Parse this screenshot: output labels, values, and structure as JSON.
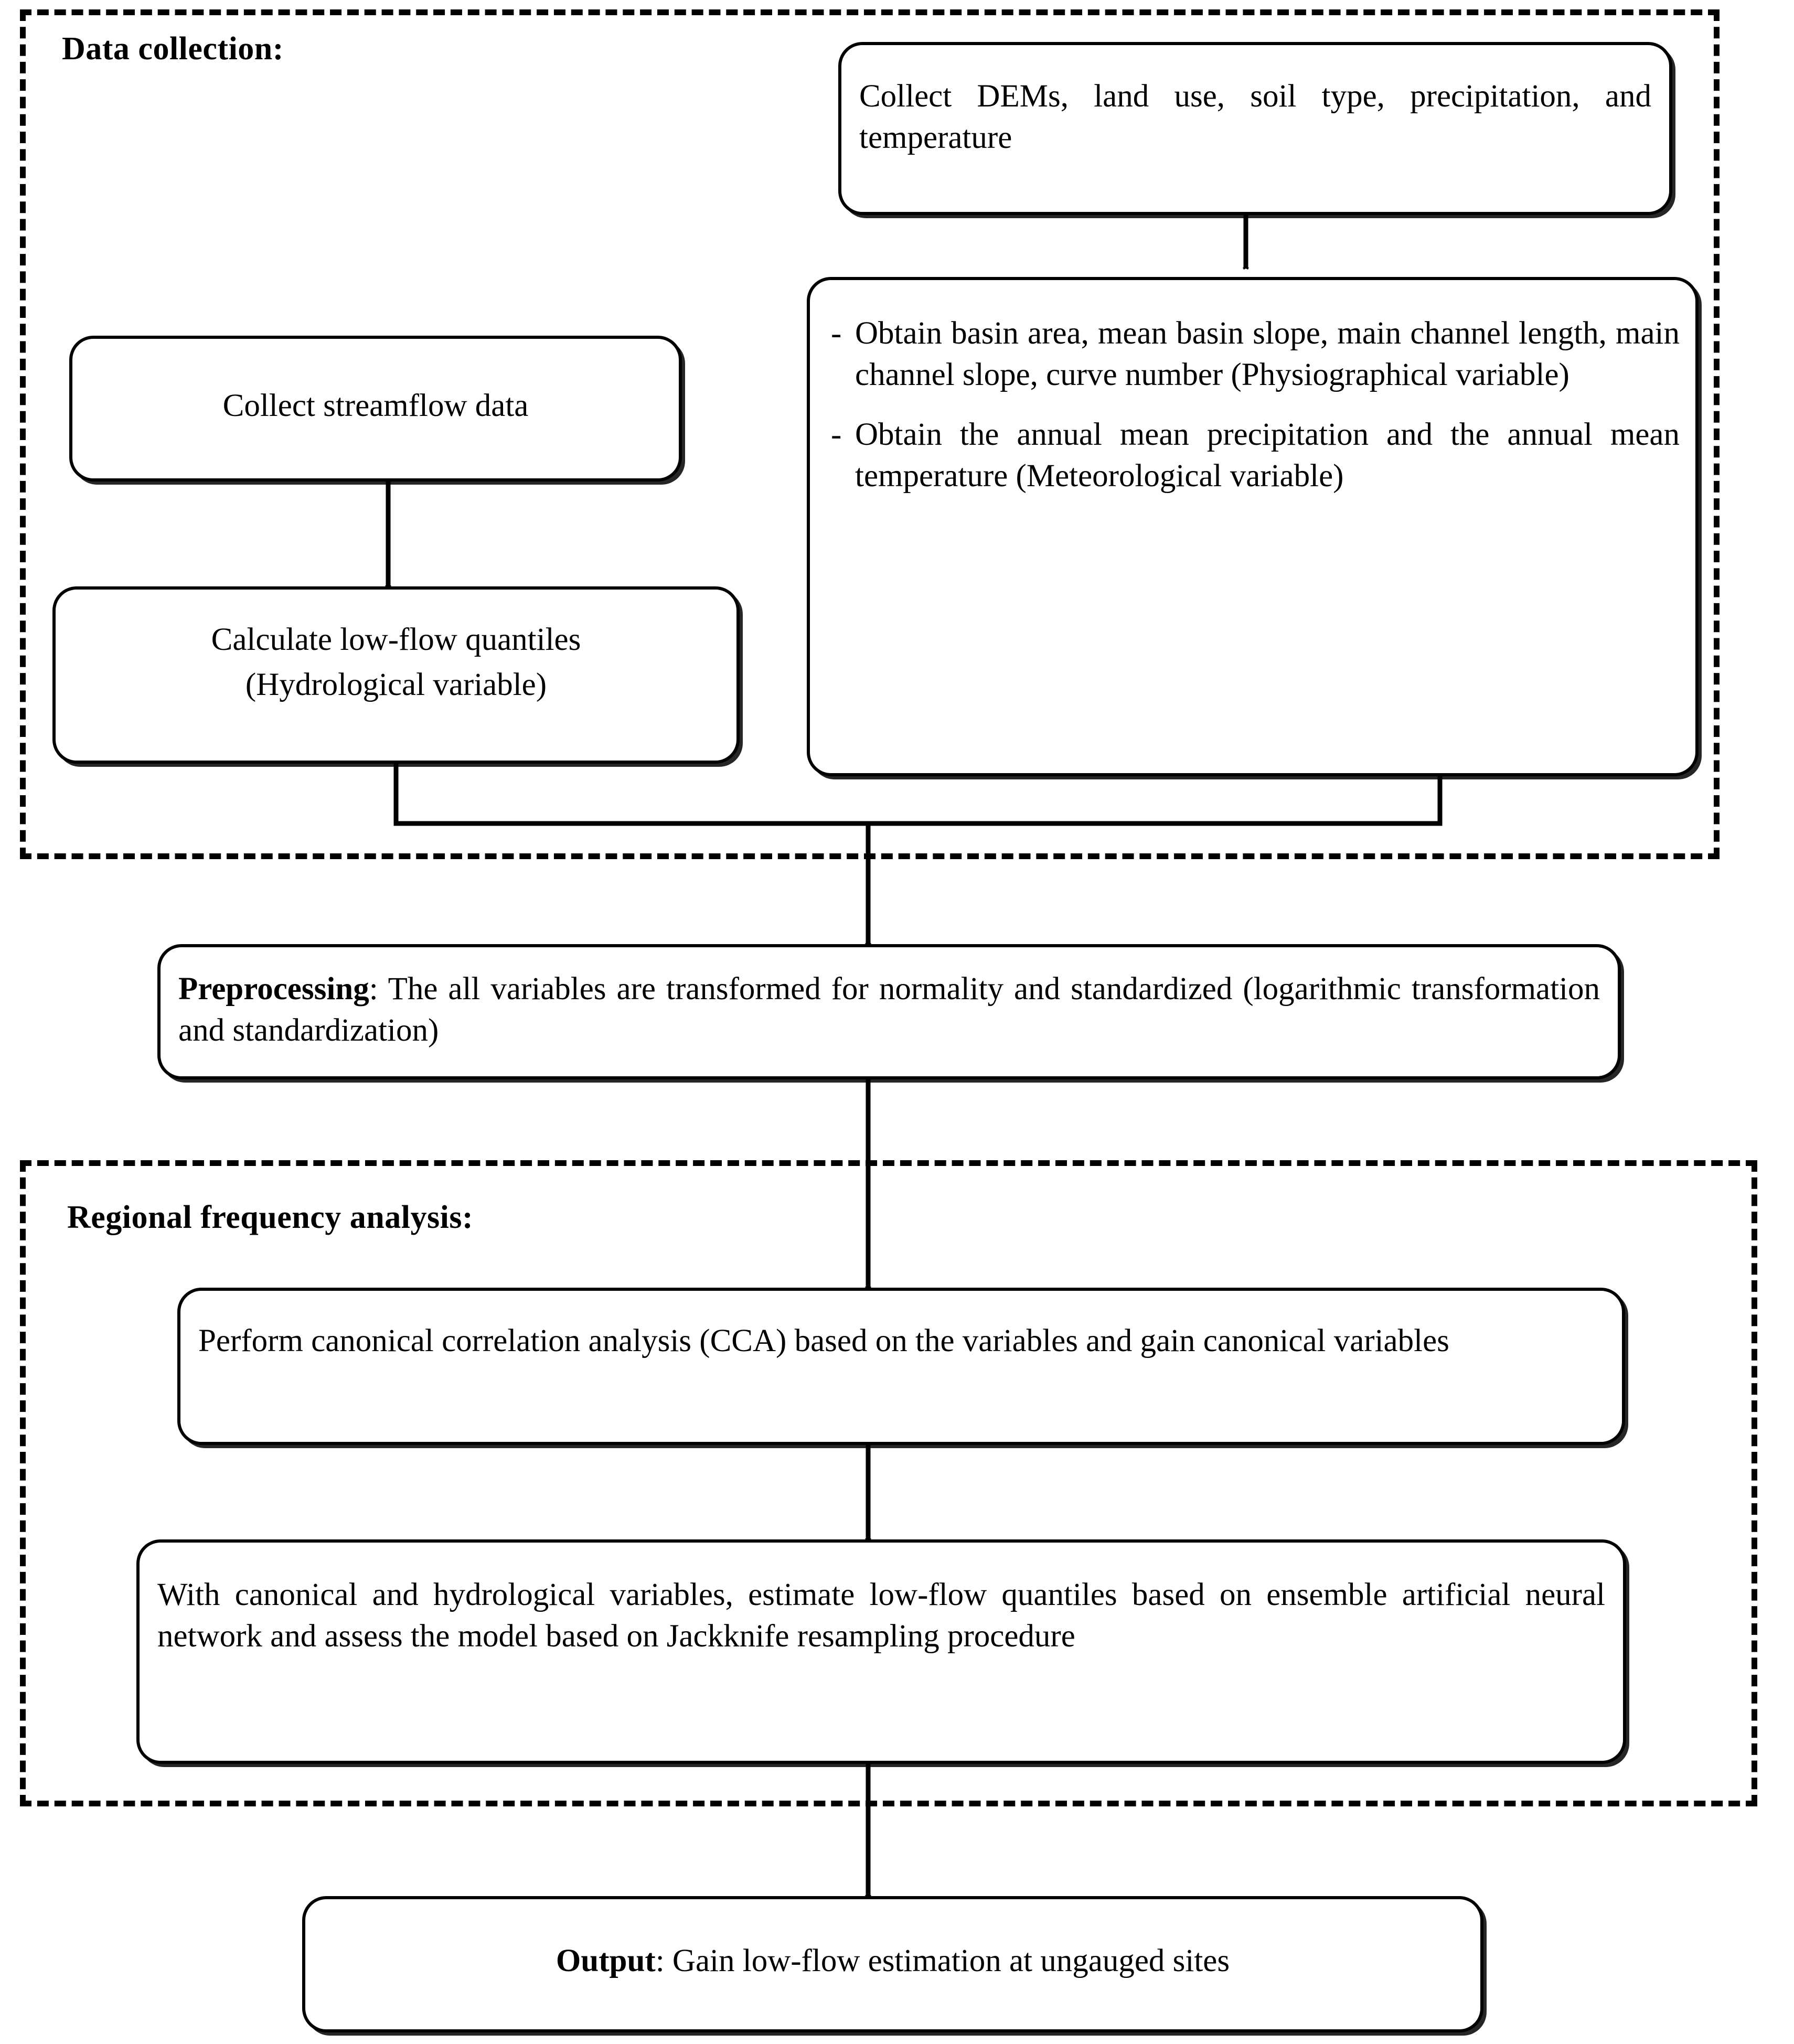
{
  "figure": {
    "type": "flowchart",
    "orientation": "vertical",
    "background": "#ffffff",
    "line_color": "#000000"
  },
  "groups": [
    {
      "id": "data-collection",
      "title": "Data collection:",
      "border_style": "dashed"
    },
    {
      "id": "regional-frequency-analysis",
      "title": "Regional frequency analysis:",
      "border_style": "dashed"
    }
  ],
  "nodes": {
    "collect_inputs": {
      "text": "Collect DEMs, land use, soil type, precipitation, and temperature"
    },
    "obtain_variables": {
      "bullet_marker": "-",
      "bullets": [
        "Obtain basin area, mean basin slope, main channel length, main channel slope, curve number (Physiographical variable)",
        "Obtain the annual mean precipitation and the annual mean temperature (Meteorological variable)"
      ]
    },
    "collect_streamflow": {
      "text": "Collect streamflow data"
    },
    "calculate_quantiles": {
      "line1": "Calculate low-flow quantiles",
      "line2": "(Hydrological variable)"
    },
    "preprocessing": {
      "label": "Preprocessing",
      "text": ": The all variables are transformed for normality and standardized (logarithmic transformation and standardization)"
    },
    "cca": {
      "text": "Perform canonical correlation analysis (CCA) based on the variables and gain canonical variables"
    },
    "estimate_ann": {
      "text": "With canonical and hydrological variables, estimate low-flow quantiles based on ensemble artificial neural network and assess the model based on Jackknife resampling procedure"
    },
    "output": {
      "label": "Output",
      "text": ": Gain low-flow estimation at ungauged sites"
    }
  },
  "connectors": [
    {
      "from": "collect_inputs",
      "to": "obtain_variables",
      "style": "arrow-down"
    },
    {
      "from": "collect_streamflow",
      "to": "calculate_quantiles",
      "style": "arrow-down"
    },
    {
      "from": "calculate_quantiles+obtain_variables",
      "to": "preprocessing",
      "style": "merge-arrow-down"
    },
    {
      "from": "preprocessing",
      "to": "cca",
      "style": "arrow-down"
    },
    {
      "from": "cca",
      "to": "estimate_ann",
      "style": "arrow-down"
    },
    {
      "from": "estimate_ann",
      "to": "output",
      "style": "arrow-down"
    }
  ]
}
